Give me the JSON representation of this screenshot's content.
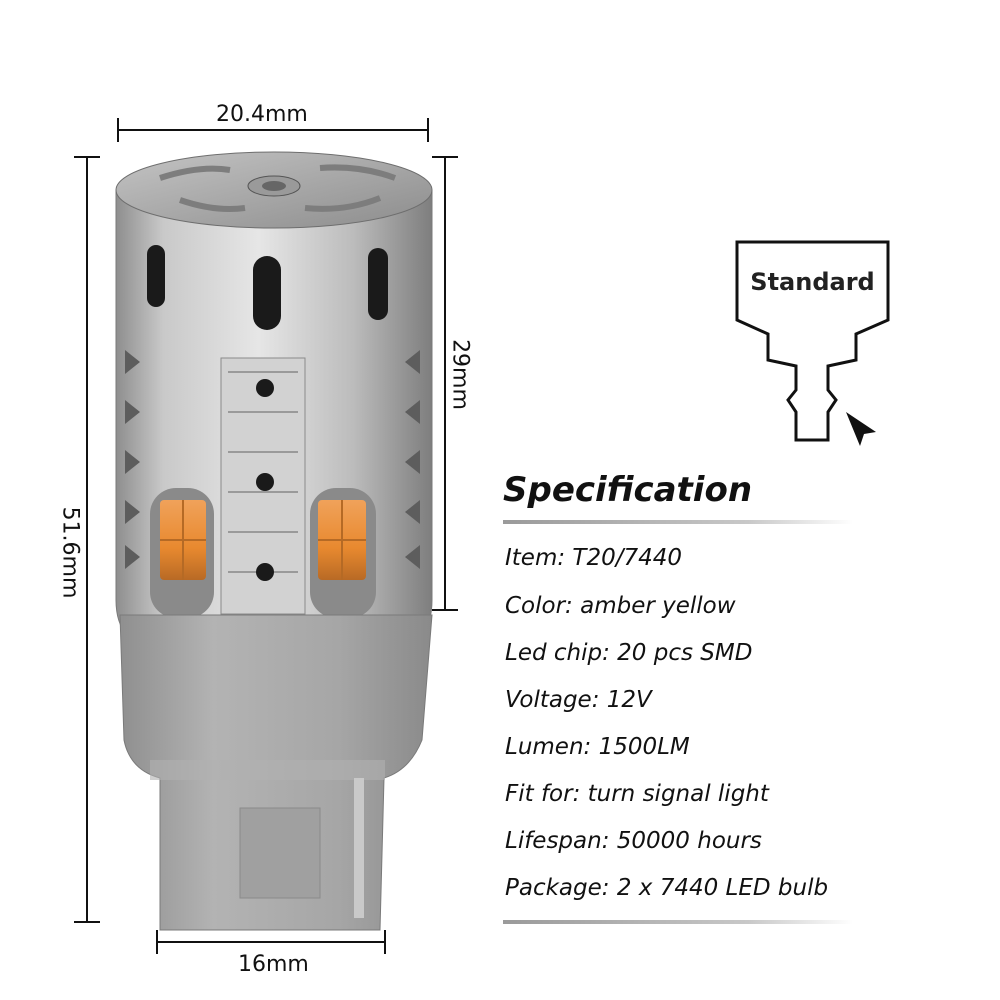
{
  "dimensions": {
    "top_width": "20.4mm",
    "height_total": "51.6mm",
    "height_led": "29mm",
    "base_width": "16mm"
  },
  "socket_diagram": {
    "label": "Standard"
  },
  "specification": {
    "title": "Specification",
    "items": [
      "Item: T20/7440",
      "Color: amber yellow",
      "Led chip: 20 pcs SMD",
      "Voltage: 12V",
      "Lumen: 1500LM",
      "Fit for: turn signal light",
      "Lifespan: 50000 hours",
      "Package: 2 x 7440 LED bulb"
    ]
  },
  "colors": {
    "led": "#e8892f",
    "metal": "#b8b8b8",
    "base": "#a9a9a9"
  }
}
